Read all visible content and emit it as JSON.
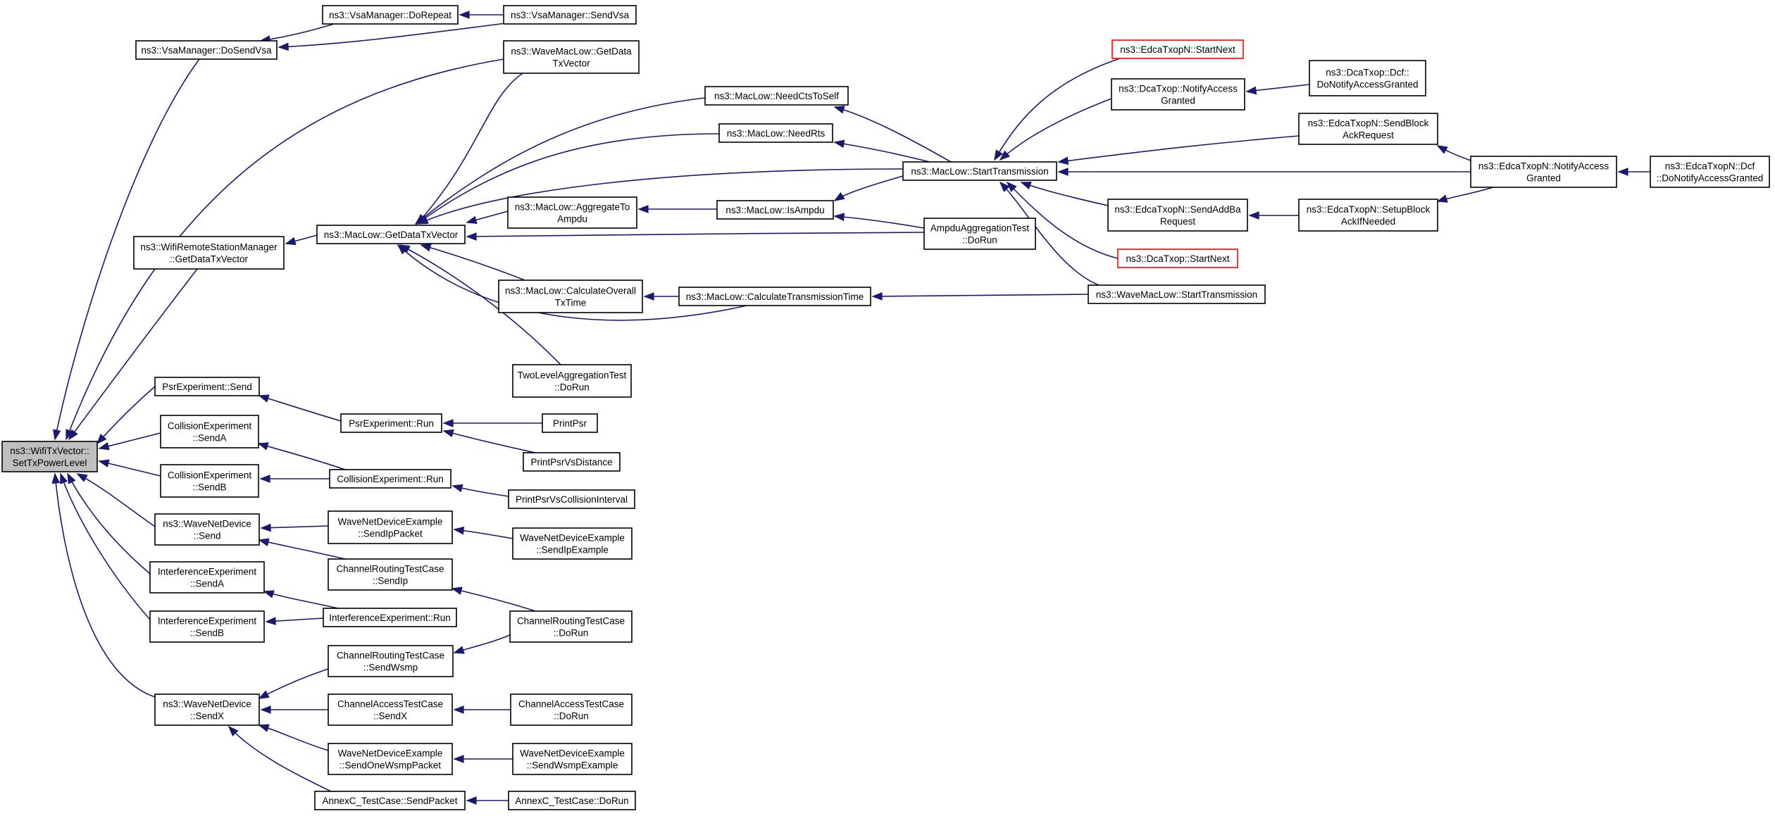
{
  "colors": {
    "edge": "#191970",
    "root_fill": "#bfbfbf",
    "truncated_border": "#ff0000",
    "node_border": "#000000",
    "background": "#ffffff"
  },
  "nodes": [
    {
      "id": "root",
      "lines": [
        "ns3::WifiTxVector::",
        "SetTxPowerLevel"
      ],
      "root": true
    },
    {
      "id": "doSendVsa",
      "lines": [
        "ns3::VsaManager::DoSendVsa"
      ]
    },
    {
      "id": "doRepeat",
      "lines": [
        "ns3::VsaManager::DoRepeat"
      ]
    },
    {
      "id": "sendVsa",
      "lines": [
        "ns3::VsaManager::SendVsa"
      ]
    },
    {
      "id": "waveMacGetData",
      "lines": [
        "ns3::WaveMacLow::GetData",
        "TxVector"
      ]
    },
    {
      "id": "wrsmGetData",
      "lines": [
        "ns3::WifiRemoteStationManager",
        "::GetDataTxVector"
      ]
    },
    {
      "id": "macGetData",
      "lines": [
        "ns3::MacLow::GetDataTxVector"
      ]
    },
    {
      "id": "needCts",
      "lines": [
        "ns3::MacLow::NeedCtsToSelf"
      ]
    },
    {
      "id": "needRts",
      "lines": [
        "ns3::MacLow::NeedRts"
      ]
    },
    {
      "id": "aggToAmpdu",
      "lines": [
        "ns3::MacLow::AggregateTo",
        "Ampdu"
      ]
    },
    {
      "id": "isAmpdu",
      "lines": [
        "ns3::MacLow::IsAmpdu"
      ]
    },
    {
      "id": "ampduTest",
      "lines": [
        "AmpduAggregationTest",
        "::DoRun"
      ]
    },
    {
      "id": "calcOverall",
      "lines": [
        "ns3::MacLow::CalculateOverall",
        "TxTime"
      ]
    },
    {
      "id": "calcTrans",
      "lines": [
        "ns3::MacLow::CalculateTransmissionTime"
      ]
    },
    {
      "id": "twoLevel",
      "lines": [
        "TwoLevelAggregationTest",
        "::DoRun"
      ]
    },
    {
      "id": "startTrans",
      "lines": [
        "ns3::MacLow::StartTransmission"
      ]
    },
    {
      "id": "edcaStartNext",
      "lines": [
        "ns3::EdcaTxopN::StartNext"
      ],
      "truncated": true
    },
    {
      "id": "dcaNotify",
      "lines": [
        "ns3::DcaTxop::NotifyAccess",
        "Granted"
      ]
    },
    {
      "id": "dcfNotify",
      "lines": [
        "ns3::DcaTxop::Dcf::",
        "DoNotifyAccessGranted"
      ]
    },
    {
      "id": "edcaSendBlock",
      "lines": [
        "ns3::EdcaTxopN::SendBlock",
        "AckRequest"
      ]
    },
    {
      "id": "edcaNotify",
      "lines": [
        "ns3::EdcaTxopN::NotifyAccess",
        "Granted"
      ]
    },
    {
      "id": "edcaDcf",
      "lines": [
        "ns3::EdcaTxopN::Dcf",
        "::DoNotifyAccessGranted"
      ]
    },
    {
      "id": "edcaSendAddBa",
      "lines": [
        "ns3::EdcaTxopN::SendAddBa",
        "Request"
      ]
    },
    {
      "id": "edcaSetup",
      "lines": [
        "ns3::EdcaTxopN::SetupBlock",
        "AckIfNeeded"
      ]
    },
    {
      "id": "dcaStartNext",
      "lines": [
        "ns3::DcaTxop::StartNext"
      ],
      "truncated": true
    },
    {
      "id": "waveStartTrans",
      "lines": [
        "ns3::WaveMacLow::StartTransmission"
      ]
    },
    {
      "id": "psrSend",
      "lines": [
        "PsrExperiment::Send"
      ]
    },
    {
      "id": "psrRun",
      "lines": [
        "PsrExperiment::Run"
      ]
    },
    {
      "id": "printPsr",
      "lines": [
        "PrintPsr"
      ]
    },
    {
      "id": "printPsrVsDist",
      "lines": [
        "PrintPsrVsDistance"
      ]
    },
    {
      "id": "collSendA",
      "lines": [
        "CollisionExperiment",
        "::SendA"
      ]
    },
    {
      "id": "collSendB",
      "lines": [
        "CollisionExperiment",
        "::SendB"
      ]
    },
    {
      "id": "collRun",
      "lines": [
        "CollisionExperiment::Run"
      ]
    },
    {
      "id": "printPsrColl",
      "lines": [
        "PrintPsrVsCollisionInterval"
      ]
    },
    {
      "id": "waveSend",
      "lines": [
        "ns3::WaveNetDevice",
        "::Send"
      ]
    },
    {
      "id": "wndeSendIp",
      "lines": [
        "WaveNetDeviceExample",
        "::SendIpPacket"
      ]
    },
    {
      "id": "wndeSendIpEx",
      "lines": [
        "WaveNetDeviceExample",
        "::SendIpExample"
      ]
    },
    {
      "id": "crtSendIp",
      "lines": [
        "ChannelRoutingTestCase",
        "::SendIp"
      ]
    },
    {
      "id": "crtDoRun",
      "lines": [
        "ChannelRoutingTestCase",
        "::DoRun"
      ]
    },
    {
      "id": "intSendA",
      "lines": [
        "InterferenceExperiment",
        "::SendA"
      ]
    },
    {
      "id": "intSendB",
      "lines": [
        "InterferenceExperiment",
        "::SendB"
      ]
    },
    {
      "id": "intRun",
      "lines": [
        "InterferenceExperiment::Run"
      ]
    },
    {
      "id": "waveSendX",
      "lines": [
        "ns3::WaveNetDevice",
        "::SendX"
      ]
    },
    {
      "id": "crtSendWsmp",
      "lines": [
        "ChannelRoutingTestCase",
        "::SendWsmp"
      ]
    },
    {
      "id": "catSendX",
      "lines": [
        "ChannelAccessTestCase",
        "::SendX"
      ]
    },
    {
      "id": "catDoRun",
      "lines": [
        "ChannelAccessTestCase",
        "::DoRun"
      ]
    },
    {
      "id": "wndeSendOne",
      "lines": [
        "WaveNetDeviceExample",
        "::SendOneWsmpPacket"
      ]
    },
    {
      "id": "wndeSendWsmpEx",
      "lines": [
        "WaveNetDeviceExample",
        "::SendWsmpExample"
      ]
    },
    {
      "id": "annexSend",
      "lines": [
        "AnnexC_TestCase::SendPacket"
      ]
    },
    {
      "id": "annexDoRun",
      "lines": [
        "AnnexC_TestCase::DoRun"
      ]
    }
  ],
  "edges": [
    [
      "doSendVsa",
      "root"
    ],
    [
      "doRepeat",
      "doSendVsa"
    ],
    [
      "sendVsa",
      "doRepeat"
    ],
    [
      "sendVsa",
      "doSendVsa"
    ],
    [
      "waveMacGetData",
      "root"
    ],
    [
      "wrsmGetData",
      "root"
    ],
    [
      "macGetData",
      "wrsmGetData"
    ],
    [
      "waveMacGetData",
      "macGetData"
    ],
    [
      "needCts",
      "macGetData"
    ],
    [
      "needRts",
      "macGetData"
    ],
    [
      "aggToAmpdu",
      "macGetData"
    ],
    [
      "ampduTest",
      "macGetData"
    ],
    [
      "calcOverall",
      "macGetData"
    ],
    [
      "calcTrans",
      "macGetData"
    ],
    [
      "twoLevel",
      "macGetData"
    ],
    [
      "startTrans",
      "macGetData"
    ],
    [
      "startTrans",
      "needCts"
    ],
    [
      "startTrans",
      "needRts"
    ],
    [
      "isAmpdu",
      "aggToAmpdu"
    ],
    [
      "startTrans",
      "isAmpdu"
    ],
    [
      "ampduTest",
      "isAmpdu"
    ],
    [
      "calcTrans",
      "calcOverall"
    ],
    [
      "waveStartTrans",
      "calcTrans"
    ],
    [
      "edcaStartNext",
      "startTrans"
    ],
    [
      "dcaNotify",
      "startTrans"
    ],
    [
      "edcaSendBlock",
      "startTrans"
    ],
    [
      "edcaNotify",
      "startTrans"
    ],
    [
      "edcaSendAddBa",
      "startTrans"
    ],
    [
      "dcaStartNext",
      "startTrans"
    ],
    [
      "waveStartTrans",
      "startTrans"
    ],
    [
      "dcfNotify",
      "dcaNotify"
    ],
    [
      "edcaNotify",
      "edcaSendBlock"
    ],
    [
      "edcaDcf",
      "edcaNotify"
    ],
    [
      "edcaSetup",
      "edcaSendAddBa"
    ],
    [
      "edcaNotify",
      "edcaSetup"
    ],
    [
      "psrSend",
      "root"
    ],
    [
      "psrRun",
      "psrSend"
    ],
    [
      "printPsr",
      "psrRun"
    ],
    [
      "printPsrVsDist",
      "psrRun"
    ],
    [
      "collSendA",
      "root"
    ],
    [
      "collSendB",
      "root"
    ],
    [
      "collRun",
      "collSendA"
    ],
    [
      "collRun",
      "collSendB"
    ],
    [
      "printPsrColl",
      "collRun"
    ],
    [
      "waveSend",
      "root"
    ],
    [
      "wndeSendIp",
      "waveSend"
    ],
    [
      "crtSendIp",
      "waveSend"
    ],
    [
      "wndeSendIpEx",
      "wndeSendIp"
    ],
    [
      "crtDoRun",
      "crtSendIp"
    ],
    [
      "intSendA",
      "root"
    ],
    [
      "intSendB",
      "root"
    ],
    [
      "intRun",
      "intSendA"
    ],
    [
      "intRun",
      "intSendB"
    ],
    [
      "waveSendX",
      "root"
    ],
    [
      "crtSendWsmp",
      "waveSendX"
    ],
    [
      "catSendX",
      "waveSendX"
    ],
    [
      "wndeSendOne",
      "waveSendX"
    ],
    [
      "annexSend",
      "waveSendX"
    ],
    [
      "crtDoRun",
      "crtSendWsmp"
    ],
    [
      "catDoRun",
      "catSendX"
    ],
    [
      "wndeSendWsmpEx",
      "wndeSendOne"
    ],
    [
      "annexDoRun",
      "annexSend"
    ]
  ]
}
